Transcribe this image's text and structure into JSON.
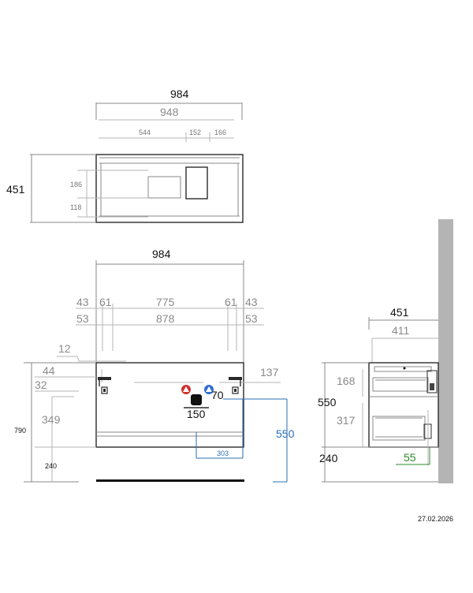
{
  "date": "27.02.2026",
  "colors": {
    "dim_gray": "#8a8a8a",
    "outline": "#2a2a2a",
    "blue": "#2a6fb5",
    "green": "#2e8b2e",
    "wall": "#b4b4b4",
    "hot": "#d03030",
    "cold": "#3070d0"
  },
  "top_view": {
    "width_outer": "984",
    "width_inner": "948",
    "w544": "544",
    "w152": "152",
    "w166": "166",
    "depth": "451",
    "d186": "186",
    "d118": "118"
  },
  "front_view": {
    "width": "984",
    "a43l": "43",
    "a61l": "61",
    "a775": "775",
    "a61r": "61",
    "a43r": "43",
    "b53l": "53",
    "b878": "878",
    "b53r": "53",
    "d12": "12",
    "d44": "44",
    "d32": "32",
    "d349": "349",
    "d790": "790",
    "d240": "240",
    "d137": "137",
    "d70": "70",
    "d150": "150",
    "d550": "550",
    "d303": "303"
  },
  "side_view": {
    "depth": "451",
    "d411": "411",
    "d168": "168",
    "d550": "550",
    "d317": "317",
    "d240": "240",
    "d55": "55"
  }
}
